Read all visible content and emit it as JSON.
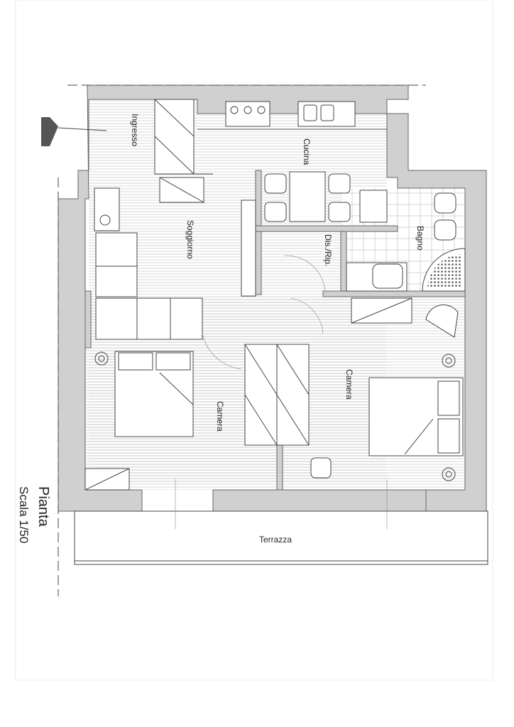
{
  "plan": {
    "title": "Pianta",
    "scale": "Scala 1/50",
    "rooms": {
      "ingresso": "Ingresso",
      "cucina": "Cucina",
      "soggiorno": "Soggiorno",
      "disimpegno": "Dis./Rip.",
      "bagno": "Bagno",
      "camera_left": "Camera",
      "camera_right": "Camera",
      "terrazza": "Terrazza"
    },
    "colors": {
      "wall": "#d0d0d0",
      "line": "#444444"
    }
  }
}
